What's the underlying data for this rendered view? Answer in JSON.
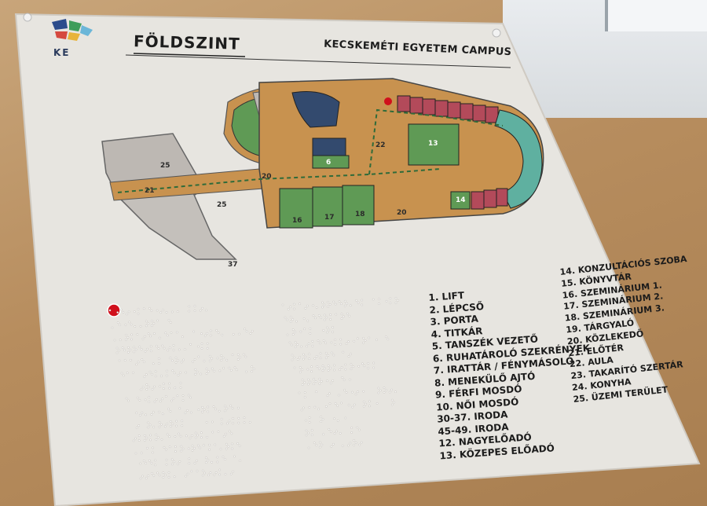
{
  "sign": {
    "title": "FÖLDSZINT",
    "campus": "KECSKEMÉTI EGYETEM CAMPUS",
    "logo_text": "KE"
  },
  "map_labels": [
    "25",
    "21",
    "25",
    "20",
    "22",
    "20",
    "37",
    "16",
    "17",
    "18",
    "13",
    "14",
    "6"
  ],
  "legend_left": [
    "1. LIFT",
    "2. LÉPCSŐ",
    "3. PORTA",
    "4. TITKÁR",
    "5. TANSZÉK VEZETŐ",
    "6. RUHATÁROLÓ SZEKRÉNYEK",
    "7. IRATTÁR / FÉNYMÁSOLÓ",
    "8. MENEKÜLŐ AJTÓ",
    "9. FÉRFI MOSDÓ",
    "10. NŐI MOSDÓ",
    "30-37. IRODA",
    "45-49. IRODA",
    "12. NAGYELŐADÓ",
    "13. KÖZEPES ELŐADÓ"
  ],
  "legend_right": [
    "14. KONZULTÁCIÓS SZOBA",
    "15. KÖNYVTÁR",
    "16. SZEMINÁRIUM 1.",
    "17. SZEMINÁRIUM 2.",
    "18. SZEMINÁRIUM 3.",
    "19. TÁRGYALÓ",
    "20. KÖZLEKEDŐ",
    "21. ELŐTÉR",
    "22. AULA",
    "23. TAKARÍTÓ SZERTÁR",
    "24. KONYHA",
    "25. ÜZEMI TERÜLET"
  ],
  "colors": {
    "panel": "#e9e7e2",
    "corridor": "#c8924f",
    "seminar": "#5f9a55",
    "office": "#b34a5a",
    "teal": "#5fb0a0",
    "blue": "#334a6e",
    "marker": "#d0101c"
  }
}
